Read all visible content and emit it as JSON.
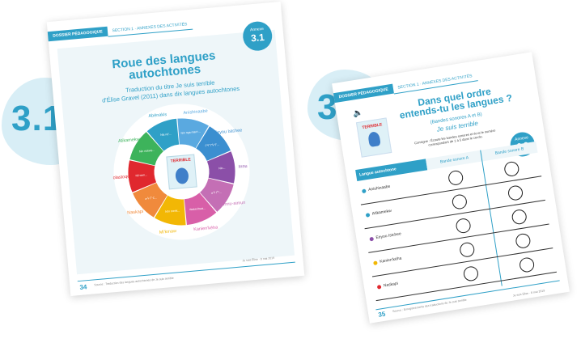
{
  "labels": {
    "left_number": "3.1",
    "right_number": "3.2"
  },
  "left_page": {
    "header_tab": "DOSSIER PÉDAGOGIQUE",
    "header_section": "SECTION 1 · ANNEXES DES ACTIVITÉS",
    "badge_label": "Annexe",
    "badge_number": "3.1",
    "title_line1": "Roue des langues",
    "title_line2": "autochtones",
    "subtitle_line1": "Traduction du titre Je suis terrible",
    "subtitle_line2": "d'Élise Gravel (2011) dans dix langues autochtones",
    "page_number": "34",
    "footer_note": "Source : Traduction des langues autochtones de Je suis terrible",
    "footer_right": "Je suis Élise · 8 mai 2019",
    "wheel_outer": [
      "Anishinaabe",
      "Eeyou Istchee",
      "Innu",
      "Innu-aimun",
      "Kanien'kéha",
      "Mi'kmaw",
      "Naskapi",
      "Wolastoqey",
      "Atikamekw",
      "Abénakis"
    ],
    "wheel_inner": [
      "Nin nga maci-...",
      "ᒋᐦᒋ ᒥᔮᐦᒋ...",
      "Nin...",
      "ᓂᔮ ᒌᐦ...",
      "Wakerihwá...",
      "Ni'n mesk...",
      "ᓂᔮ ᒥᔅᑕ...",
      "Nil wen...",
      "Nin nokwe...",
      "Nia nd'..."
    ],
    "book_title": "TERRIBLE"
  },
  "right_page": {
    "header_tab": "DOSSIER PÉDAGOGIQUE",
    "header_section": "SECTION 1 · ANNEXES DES ACTIVITÉS",
    "badge_label": "Annexe",
    "badge_number": "3.2",
    "title_line1": "Dans quel ordre",
    "title_line2": "entends-tu les langues ?",
    "subtitle_line1": "(Bandes sonores A et B)",
    "subtitle_line2": "Je suis terrible",
    "instructions": "Consigne : Écoute les bandes sonores et écris le numéro correspondant de 1 à 5 dans le cercle.",
    "col_header_1": "Langue autochtone",
    "col_header_2": "Bande sonore A",
    "col_header_3": "Bande sonore B",
    "rows": [
      {
        "name": "Anishinaabe",
        "color": "#2fa0c7"
      },
      {
        "name": "Atikamekw",
        "color": "#2fa0c7"
      },
      {
        "name": "Eeyou Istchee",
        "color": "#8b4fa8"
      },
      {
        "name": "Kanien'kéha",
        "color": "#f2b705"
      },
      {
        "name": "Naskapi",
        "color": "#e0282e"
      }
    ],
    "page_number": "35",
    "footer_note": "Source : Enregistrements des traductions de Je suis terrible",
    "footer_right": "Je suis Élise · 8 mai 2019",
    "book_title": "TERRIBLE"
  },
  "colors": {
    "accent": "#2fa0c7",
    "blob": "#d8eef6"
  }
}
